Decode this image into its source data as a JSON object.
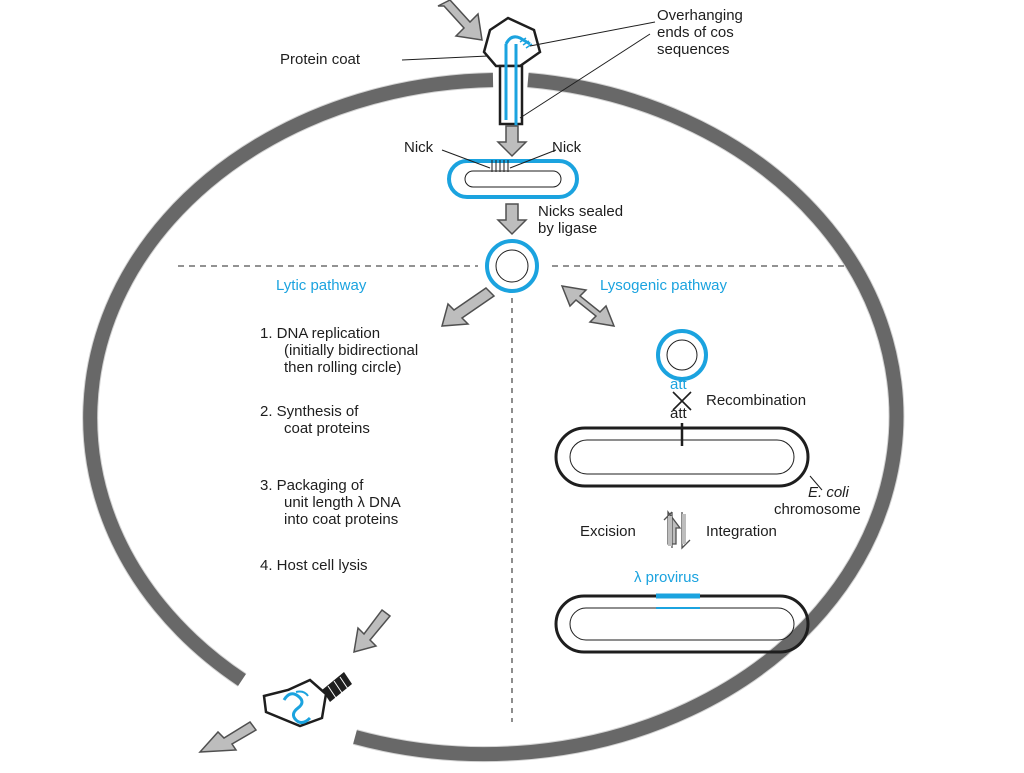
{
  "colors": {
    "cell_wall": "#707070",
    "arrow_fill": "#bdbdbd",
    "arrow_stroke": "#505050",
    "dna_blue": "#1ba3df",
    "text": "#1e1e1e",
    "background": "#ffffff"
  },
  "labels": {
    "protein_coat": "Protein coat",
    "overhang_line1": "Overhanging",
    "overhang_line2": "ends of cos",
    "overhang_line3": "sequences",
    "nick_left": "Nick",
    "nick_right": "Nick",
    "sealed_line1": "Nicks sealed",
    "sealed_line2": "by ligase",
    "lytic": "Lytic pathway",
    "lysogenic": "Lysogenic pathway",
    "step1_line1": "1. DNA replication",
    "step1_line2": "(initially bidirectional",
    "step1_line3": "then rolling circle)",
    "step2_line1": "2. Synthesis of",
    "step2_line2": "coat proteins",
    "step3_line1": "3. Packaging of",
    "step3_line2": "unit length λ DNA",
    "step3_line3": "into coat proteins",
    "step4": "4. Host cell lysis",
    "att_top": "att",
    "att_bottom": "att",
    "recombination": "Recombination",
    "ecoli_line1": "E. coli",
    "ecoli_line2": "chromosome",
    "excision": "Excision",
    "integration": "Integration",
    "provirus": "λ provirus"
  },
  "icons": {
    "phage": "phage-head-icon",
    "arrow": "block-arrow-icon",
    "cross": "crossover-x-icon"
  }
}
